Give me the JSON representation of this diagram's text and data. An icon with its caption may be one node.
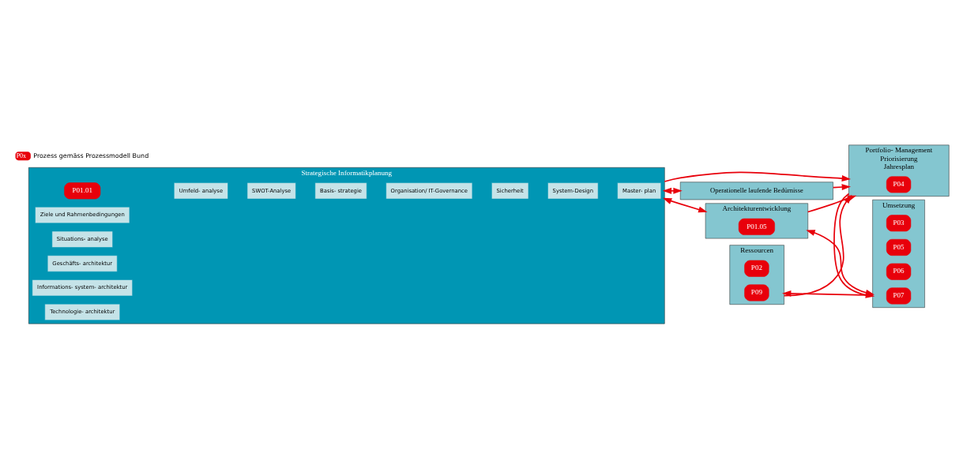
{
  "diagram": {
    "nodes": [
      {
        "text": [
          "Strategische Informatikplanung"
        ]
      },
      {
        "text": [
          "P01.01"
        ],
        "in": 0
      },
      {
        "text": [
          "Ziele und Rahmenbedingungen"
        ],
        "in": 0
      },
      {
        "text": [
          "Umfeld- analyse"
        ],
        "in": 0
      },
      {
        "text": [
          "Situations- analyse"
        ],
        "in": 0
      },
      {
        "text": [
          "SWOT-Analyse"
        ],
        "in": 0
      },
      {
        "text": [
          "Basis- strategie"
        ],
        "in": 0
      },
      {
        "text": [
          "Organisation/ IT-Governance"
        ],
        "in": 0
      },
      {
        "text": [
          "Geschäfts- architektur"
        ],
        "in": 0
      },
      {
        "text": [
          "Informations- system- architektur"
        ],
        "in": 0
      },
      {
        "text": [
          "Technologie- architektur"
        ],
        "in": 0
      },
      {
        "text": [
          "Sicherheit"
        ],
        "in": 0
      },
      {
        "text": [
          "System-Design"
        ],
        "in": 0
      },
      {
        "text": [
          "Master- plan"
        ],
        "in": 0
      },
      {
        "text": [
          "Architekturentwicklung"
        ]
      },
      {
        "text": [
          "P01.05"
        ],
        "in": 14
      },
      {
        "text": [
          "Operationelle laufende Bedürnisse"
        ]
      },
      {
        "text": [
          "Portfolio- Management",
          "Priorisierung",
          "Jahresplan"
        ]
      },
      {
        "text": [
          "P04"
        ],
        "in": 17
      },
      {
        "text": [
          "Umsetzung"
        ]
      },
      {
        "text": [
          "P03"
        ],
        "in": 19
      },
      {
        "text": [
          "P05"
        ],
        "in": 19
      },
      {
        "text": [
          "P06"
        ],
        "in": 19
      },
      {
        "text": [
          "P07"
        ],
        "in": 19
      },
      {
        "text": [
          "Ressourcen"
        ]
      },
      {
        "text": [
          "P02"
        ],
        "in": 24
      },
      {
        "text": [
          "P09"
        ],
        "in": 24
      }
    ],
    "edges": [
      {
        "from": 0,
        "to": 14,
        "arrow": "both"
      },
      {
        "from": 14,
        "to": 17,
        "arrow": "to"
      },
      {
        "from": 14,
        "to": 19,
        "arrow": "both"
      },
      {
        "from": 0,
        "to": 16,
        "arrow": "both"
      },
      {
        "from": 0,
        "to": 17,
        "arrow": "to"
      },
      {
        "from": 16,
        "to": 17,
        "arrow": "to"
      },
      {
        "from": 17,
        "to": 19,
        "arrow": "to"
      },
      {
        "from": 24,
        "to": 17,
        "arrow": "to"
      },
      {
        "from": 19,
        "to": 24,
        "arrow": "to"
      }
    ],
    "labels": [
      "P0x"
    ],
    "legend": [
      {
        "text": "Prozess gemäss Prozessmodell Bund",
        "color": "#e8000b"
      }
    ]
  }
}
